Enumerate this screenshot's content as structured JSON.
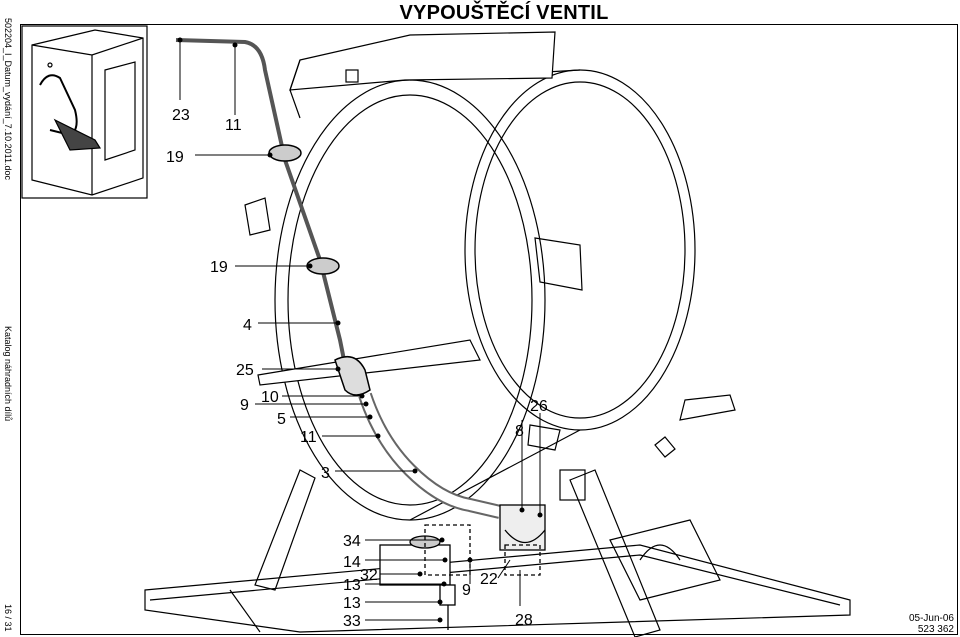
{
  "page": {
    "title": "VYPOUŠTĚCÍ VENTIL",
    "side_top": "502204_I_Datum_vydání_7.10.2011.doc",
    "side_middle": "Katalog náhradních dílů",
    "side_bottom": "16 / 31",
    "footer_date": "05-Jun-06",
    "footer_code": "523 362"
  },
  "callouts": [
    "23",
    "11",
    "19",
    "19",
    "4",
    "25",
    "10",
    "9",
    "5",
    "11",
    "3",
    "26",
    "8",
    "34",
    "14",
    "32",
    "13",
    "9",
    "22",
    "13",
    "33",
    "28"
  ]
}
